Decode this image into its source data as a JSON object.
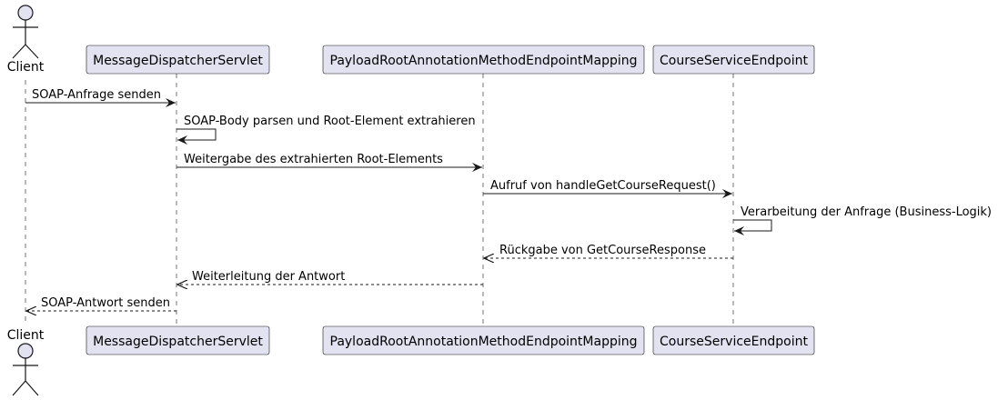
{
  "participants": {
    "client": "Client",
    "dispatcher": "MessageDispatcherServlet",
    "mapping": "PayloadRootAnnotationMethodEndpointMapping",
    "endpoint": "CourseServiceEndpoint"
  },
  "messages": [
    "SOAP-Anfrage senden",
    "SOAP-Body parsen und Root-Element extrahieren",
    "Weitergabe des extrahierten Root-Elements",
    "Aufruf von handleGetCourseRequest()",
    "Verarbeitung der Anfrage (Business-Logik)",
    "Rückgabe von GetCourseResponse",
    "Weiterleitung der Antwort",
    "SOAP-Antwort senden"
  ],
  "colors": {
    "participant_fill": "#E2E2F0",
    "participant_border": "#181818",
    "lifeline": "#181818"
  }
}
